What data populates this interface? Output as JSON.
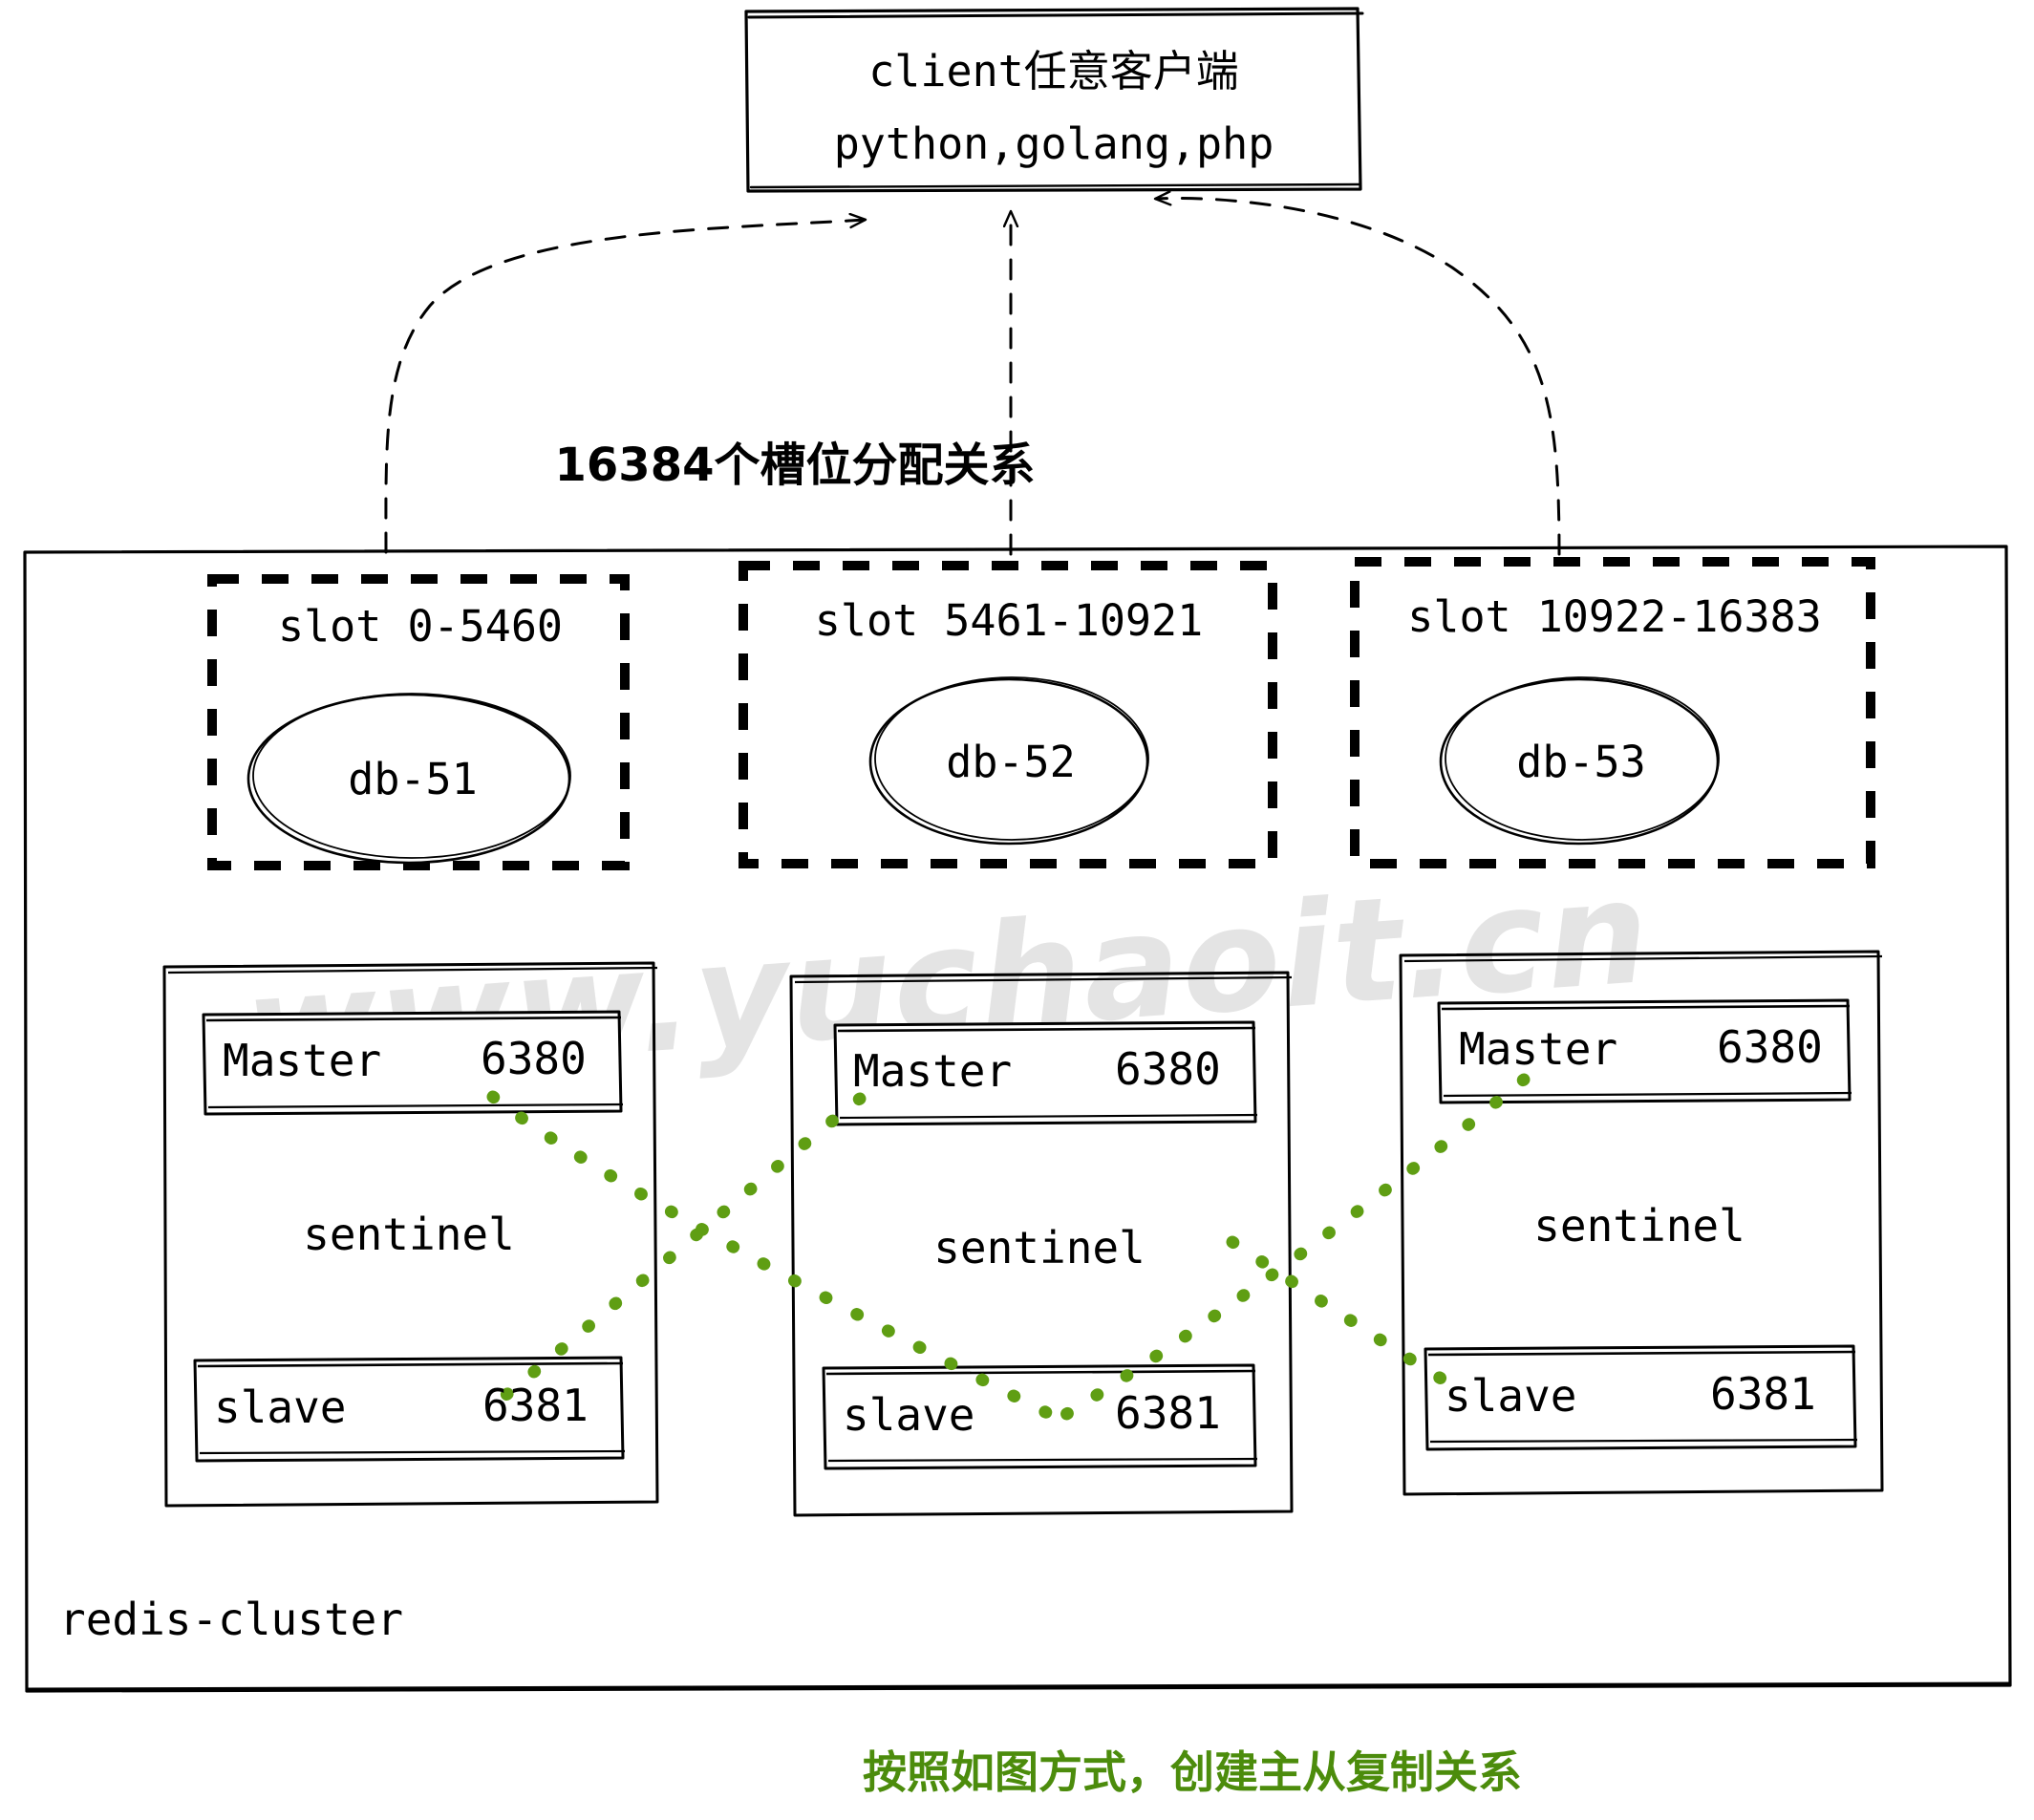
{
  "diagram": {
    "title_caption": "按照如图方式，创建主从复制关系",
    "caption_color": "#4c8c0c",
    "watermark": "www.yuchaoit.cn",
    "cluster_label": "redis-cluster",
    "slots_note": "16384个槽位分配关系"
  },
  "client": {
    "line1": "client任意客户端",
    "line2": "python,golang,php"
  },
  "shards": [
    {
      "slot_label": "slot 0-5460",
      "db_label": "db-51"
    },
    {
      "slot_label": "slot 5461-10921",
      "db_label": "db-52"
    },
    {
      "slot_label": "slot 10922-16383",
      "db_label": "db-53"
    }
  ],
  "nodes": [
    {
      "master_role": "Master",
      "master_port": "6380",
      "sentinel": "sentinel",
      "slave_role": "slave",
      "slave_port": "6381"
    },
    {
      "master_role": "Master",
      "master_port": "6380",
      "sentinel": "sentinel",
      "slave_role": "slave",
      "slave_port": "6381"
    },
    {
      "master_role": "Master",
      "master_port": "6380",
      "sentinel": "sentinel",
      "slave_role": "slave",
      "slave_port": "6381"
    }
  ],
  "colors": {
    "stroke": "#000000",
    "replication_line": "#5f9e13",
    "watermark": "#e4e4e4"
  }
}
